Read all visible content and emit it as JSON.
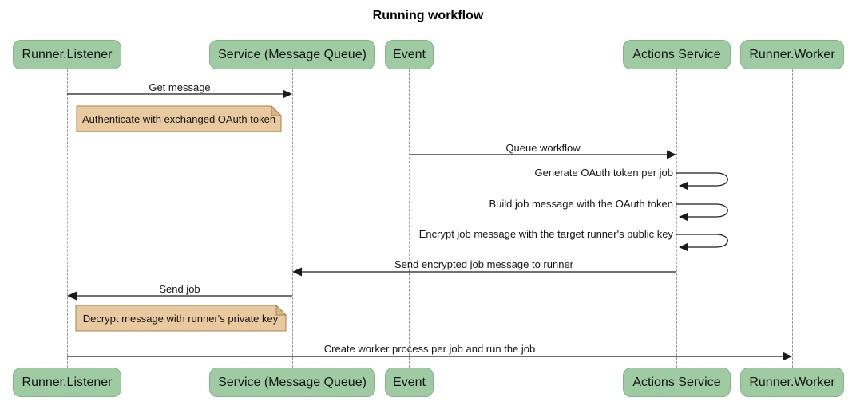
{
  "title": "Running workflow",
  "theme": {
    "colors": {
      "actor-fill": "#9fcba3",
      "actor-border": "#84b38a",
      "note-fill": "#e9c9a0",
      "note-border": "#a9814e",
      "note-fold": "#d9b586",
      "line": "#1a1a1a",
      "lifeline": "#9a9a9a",
      "text": "#141414",
      "title-text": "#000000"
    }
  },
  "actors": [
    {
      "id": "runner-listener",
      "label": "Runner.Listener"
    },
    {
      "id": "service-message-queue",
      "label": "Service (Message Queue)"
    },
    {
      "id": "event",
      "label": "Event"
    },
    {
      "id": "actions-service",
      "label": "Actions Service"
    },
    {
      "id": "runner-worker",
      "label": "Runner.Worker"
    }
  ],
  "messages": [
    {
      "from": "Runner.Listener",
      "to": "Service (Message Queue)",
      "label": "Get message"
    },
    {
      "from": "Event",
      "to": "Actions Service",
      "label": "Queue workflow"
    },
    {
      "from": "Actions Service",
      "to": "Actions Service",
      "label": "Generate OAuth token per job"
    },
    {
      "from": "Actions Service",
      "to": "Actions Service",
      "label": "Build job message with the OAuth token"
    },
    {
      "from": "Actions Service",
      "to": "Actions Service",
      "label": "Encrypt job message with the target runner's public key"
    },
    {
      "from": "Actions Service",
      "to": "Service (Message Queue)",
      "label": "Send encrypted job message to runner"
    },
    {
      "from": "Service (Message Queue)",
      "to": "Runner.Listener",
      "label": "Send job"
    },
    {
      "from": "Runner.Listener",
      "to": "Runner.Worker",
      "label": "Create worker process per job and run the job"
    }
  ],
  "notes": [
    {
      "text": "Authenticate with exchanged OAuth token"
    },
    {
      "text": "Decrypt message with runner's private key"
    }
  ]
}
